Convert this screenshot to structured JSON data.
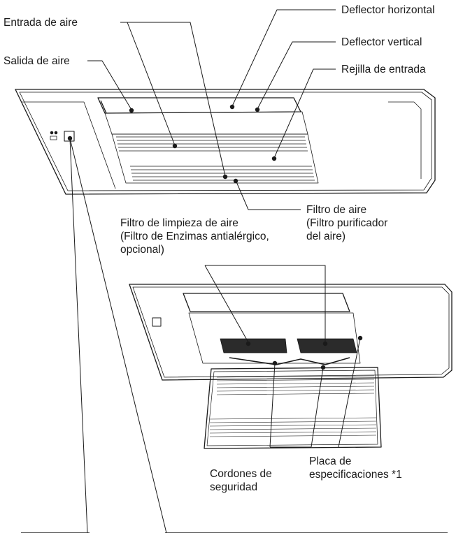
{
  "labels": {
    "deflector_horizontal": "Deflector horizontal",
    "entrada_aire": "Entrada de aire",
    "deflector_vertical": "Deflector vertical",
    "salida_aire": "Salida de aire",
    "rejilla_entrada": "Rejilla de entrada",
    "filtro_aire": [
      "Filtro de aire",
      "(Filtro purificador",
      "del aire)"
    ],
    "filtro_limpieza": [
      "Filtro de limpieza de aire",
      "(Filtro de Enzimas antialérgico,",
      "opcional)"
    ],
    "cordones": [
      "Cordones de",
      "seguridad"
    ],
    "placa": [
      "Placa de",
      "especificaciones *1"
    ]
  },
  "colors": {
    "line": "#1a1a1a",
    "panel": "#ffffff",
    "fill_dark": "#2b2b2b"
  }
}
